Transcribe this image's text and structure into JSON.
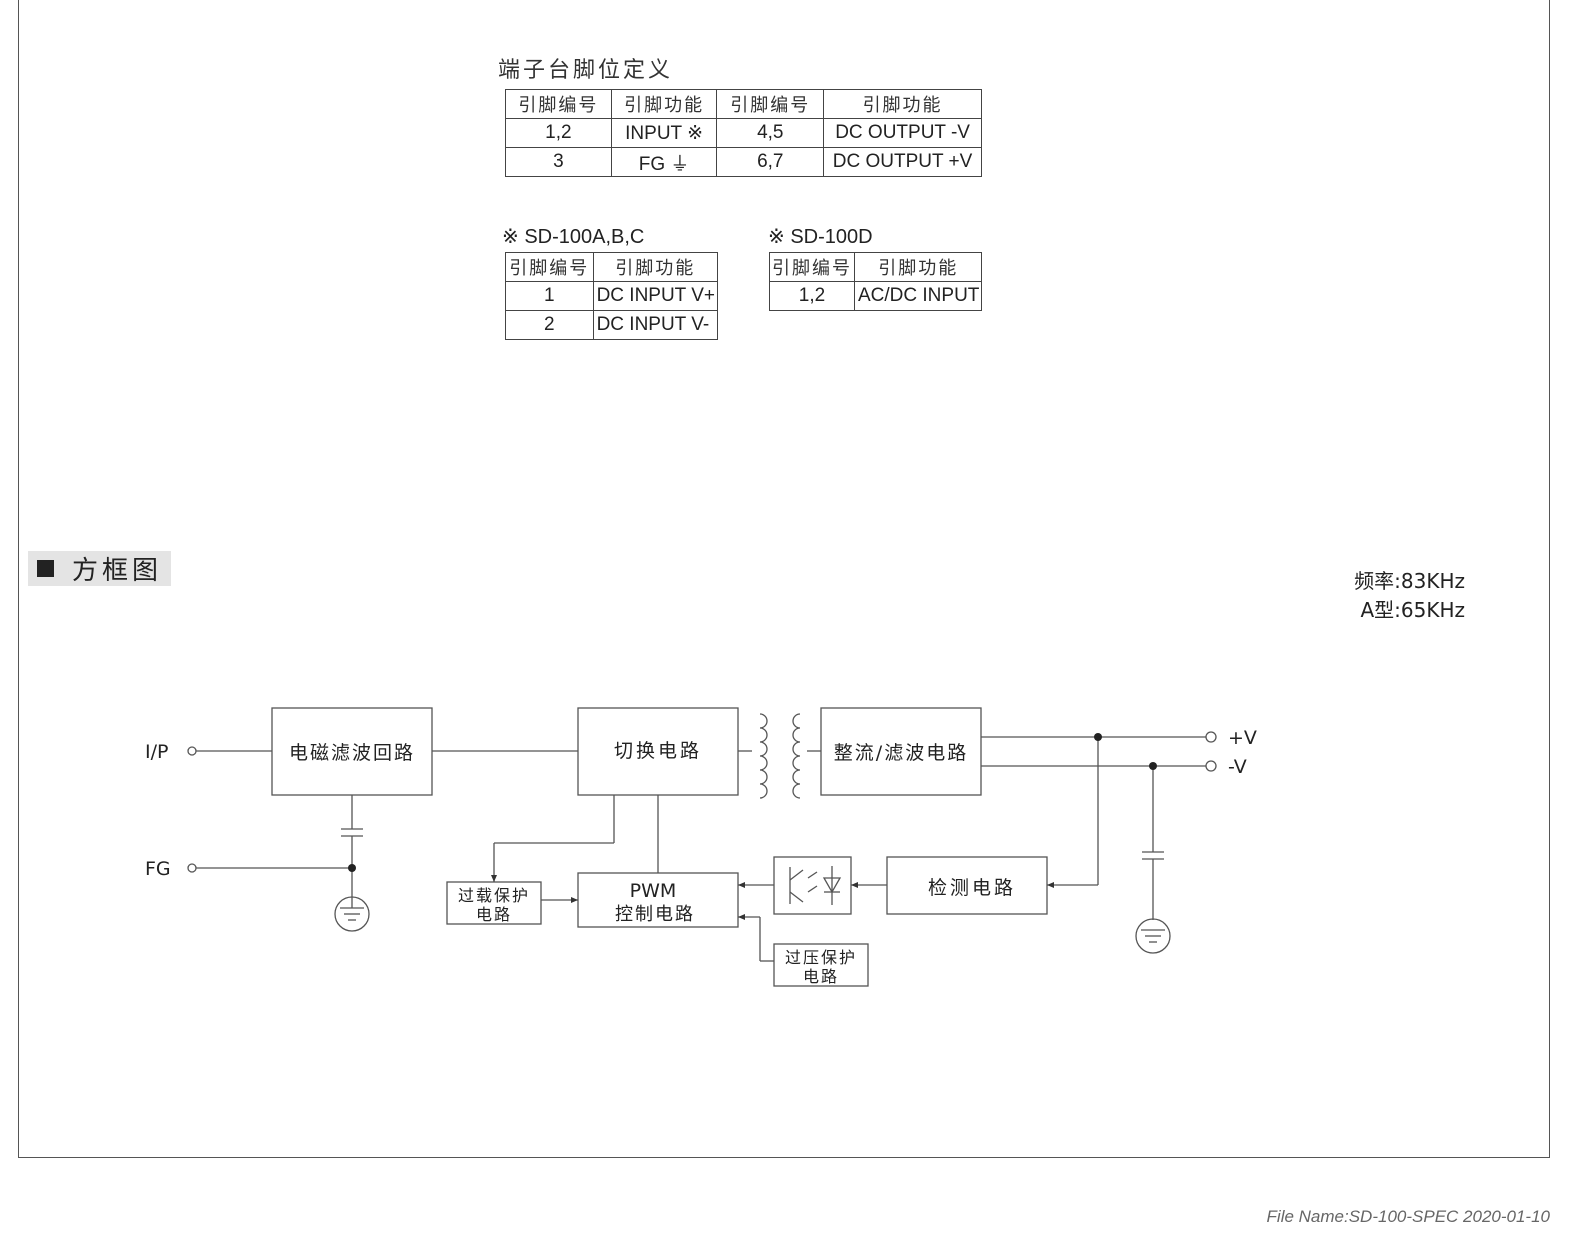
{
  "terminal": {
    "title": "端子台脚位定义",
    "headers": [
      "引脚编号",
      "引脚功能",
      "引脚编号",
      "引脚功能"
    ],
    "rows": [
      [
        "1,2",
        "INPUT ※",
        "4,5",
        "DC OUTPUT -V"
      ],
      [
        "3",
        "FG ⏚",
        "6,7",
        "DC OUTPUT +V"
      ]
    ]
  },
  "table_abc": {
    "title": "※ SD-100A,B,C",
    "headers": [
      "引脚编号",
      "引脚功能"
    ],
    "rows": [
      [
        "1",
        "DC INPUT V+"
      ],
      [
        "2",
        "DC INPUT V-"
      ]
    ]
  },
  "table_d": {
    "title": "※ SD-100D",
    "headers": [
      "引脚编号",
      "引脚功能"
    ],
    "rows": [
      [
        "1,2",
        "AC/DC INPUT"
      ]
    ]
  },
  "section_title": "方框图",
  "freq": {
    "line1": "频率:83KHz",
    "line2": "A型:65KHz"
  },
  "diagram": {
    "ip": "I/P",
    "fg": "FG",
    "emi": "电磁滤波回路",
    "switch": "切换电路",
    "rectifier": "整流/滤波电路",
    "pwm1": "PWM",
    "pwm2": "控制电路",
    "olp1": "过载保护",
    "olp2": "电路",
    "ovp1": "过压保护",
    "ovp2": "电路",
    "detect": "检测电路",
    "vplus": "+V",
    "vminus": "-V"
  },
  "footer": "File Name:SD-100-SPEC   2020-01-10"
}
